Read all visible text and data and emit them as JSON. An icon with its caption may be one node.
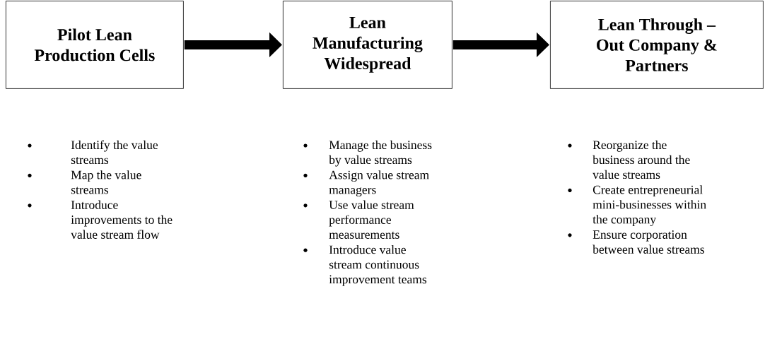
{
  "diagram": {
    "nodes": [
      {
        "text": [
          "Pilot Lean Production Cells"
        ],
        "beside": [
          "Identify the value streams",
          "Map the value streams",
          "Introduce improvements to the value stream flow"
        ]
      },
      {
        "text": [
          "Lean Manufacturing Widespread"
        ],
        "beside": [
          "Manage the business by value streams",
          "Assign value stream managers",
          "Use value stream performance measurements",
          "Introduce value stream continuous improvement teams"
        ]
      },
      {
        "text": [
          "Lean Through – Out Company & Partners"
        ],
        "beside": [
          "Reorganize the business around the value streams",
          "Create entrepreneurial mini-businesses within the company",
          "Ensure corporation between value streams"
        ]
      }
    ],
    "edges": [
      {
        "from": 0,
        "to": 1,
        "arrow": "to"
      },
      {
        "from": 1,
        "to": 2,
        "arrow": "to"
      }
    ]
  }
}
